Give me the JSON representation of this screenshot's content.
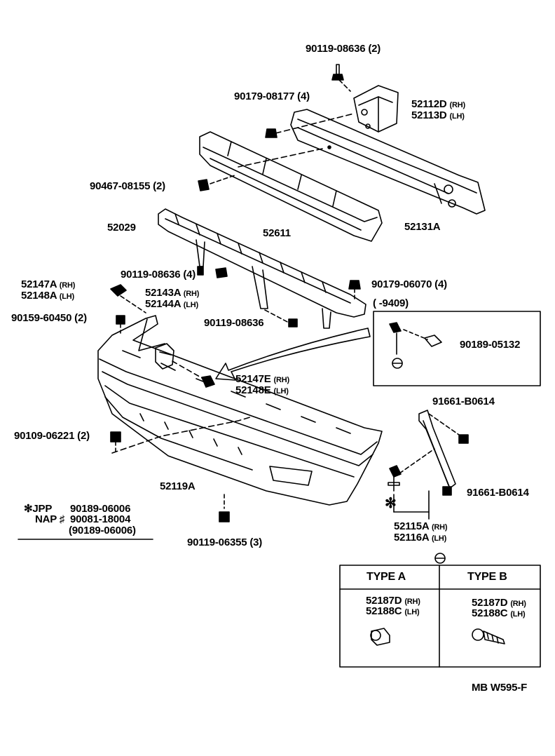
{
  "labels": {
    "p_90119_08636_2": "90119-08636 (2)",
    "p_90179_08177_4": "90179-08177 (4)",
    "p_52112D": "52112D",
    "p_52113D": "52113D",
    "rh": "(RH)",
    "lh": "(LH)",
    "p_90467_08155_2": "90467-08155 (2)",
    "p_52611": "52611",
    "p_52131A": "52131A",
    "p_52029": "52029",
    "p_90119_08636_4": "90119-08636 (4)",
    "p_52147A": "52147A",
    "p_52148A": "52148A",
    "p_52143A": "52143A",
    "p_52144A": "52144A",
    "p_90179_06070_4": "90179-06070 (4)",
    "p_90159_60450_2": "90159-60450 (2)",
    "p_90119_08636": "90119-08636",
    "range_9409": "(      -9409)",
    "p_90189_05132": "90189-05132",
    "p_52147E": "52147E",
    "p_52148E": "52148E",
    "p_91661_B0614_a": "91661-B0614",
    "p_90109_06221_2": "90109-06221 (2)",
    "p_91661_B0614_b": "91661-B0614",
    "p_52119A": "52119A",
    "jpp": "JPP",
    "nap": "NAP",
    "p_90189_06006": "90189-06006",
    "p_90081_18004": "90081-18004",
    "p_90189_06006_paren": "(90189-06006)",
    "p_52115A": "52115A",
    "p_52116A": "52116A",
    "p_90119_06355_3": "90119-06355 (3)",
    "type_a": "TYPE  A",
    "type_b": "TYPE  B",
    "p_52187D_a": "52187D",
    "p_52188C_a": "52188C",
    "p_52187D_b": "52187D",
    "p_52188C_b": "52188C",
    "footer_code": "MB  W595-F"
  },
  "symbols": {
    "asterisk": "✻",
    "sharp": "♯"
  }
}
